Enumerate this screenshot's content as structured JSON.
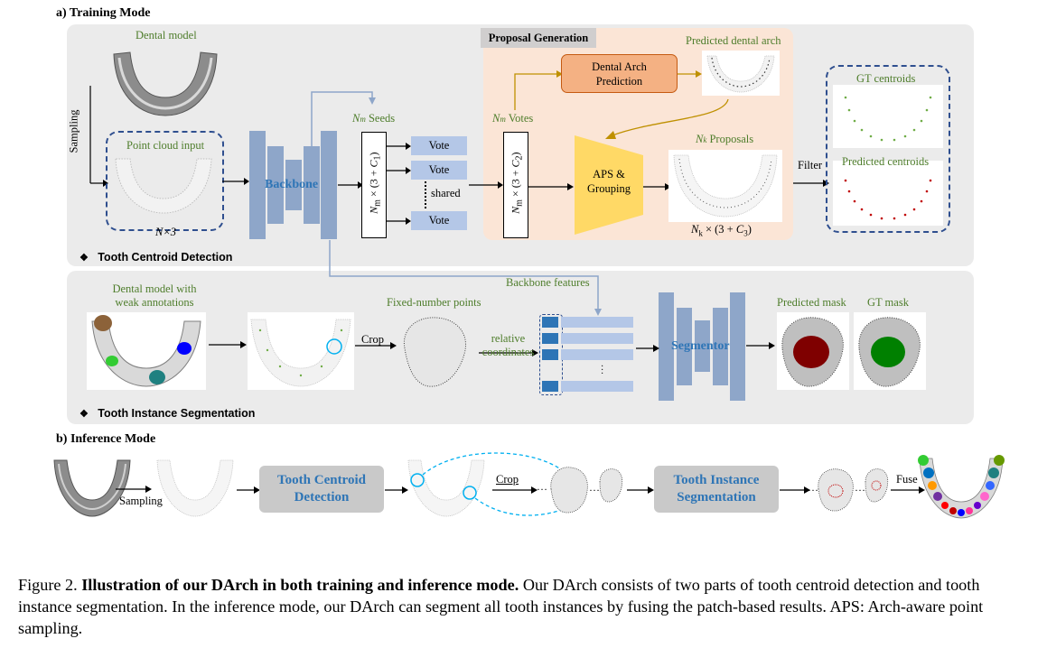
{
  "training": {
    "title": "a) Training Mode",
    "dental_model": "Dental model",
    "sampling": "Sampling",
    "point_cloud_input": "Point cloud input",
    "n3": "N×3",
    "backbone": "Backbone",
    "seeds": "Seeds",
    "vote": "Vote",
    "shared": "shared",
    "proposal_generation": "Proposal Generation",
    "votes": "Votes",
    "dental_arch_prediction": "Dental Arch Prediction",
    "predicted_dental_arch": "Predicted dental arch",
    "aps_grouping": "APS & Grouping",
    "proposals": "Proposals",
    "nk_formula": "N_k × (3 + C_3)",
    "filter": "Filter",
    "gt_centroids": "GT centroids",
    "predicted_centroids": "Predicted centroids",
    "tooth_centroid_detection": "Tooth Centroid Detection",
    "backbone_features": "Backbone features",
    "dental_model_weak": "Dental model with weak annotations",
    "fixed_number_points": "Fixed-number points",
    "crop": "Crop",
    "relative_coordinates": "relative coordinates",
    "segmentor": "Segmentor",
    "predicted_mask": "Predicted mask",
    "gt_mask": "GT mask",
    "tooth_instance_segmentation": "Tooth Instance Segmentation"
  },
  "inference": {
    "title": "b) Inference Mode",
    "sampling": "Sampling",
    "tooth_centroid_detection": "Tooth Centroid Detection",
    "crop": "Crop",
    "tooth_instance_segmentation": "Tooth Instance Segmentation",
    "fuse": "Fuse"
  },
  "caption": {
    "label": "Figure 2.",
    "bold": "Illustration of our DArch in both training and inference mode.",
    "text": "Our DArch consists of two parts of tooth centroid detection and tooth instance segmentation. In the inference mode, our DArch can segment all tooth instances by fusing the patch-based results. APS: Arch-aware point sampling."
  },
  "colors": {
    "panel": "#ebebeb",
    "proposal_bg": "#fbe5d6",
    "vote_box": "#b4c7e7",
    "backbone_bar": "#8ea6c9",
    "aps": "#ffd966",
    "arch_pred": "#f4b183",
    "accent_blue": "#2e75b6",
    "label_green": "#4e7d2b"
  }
}
